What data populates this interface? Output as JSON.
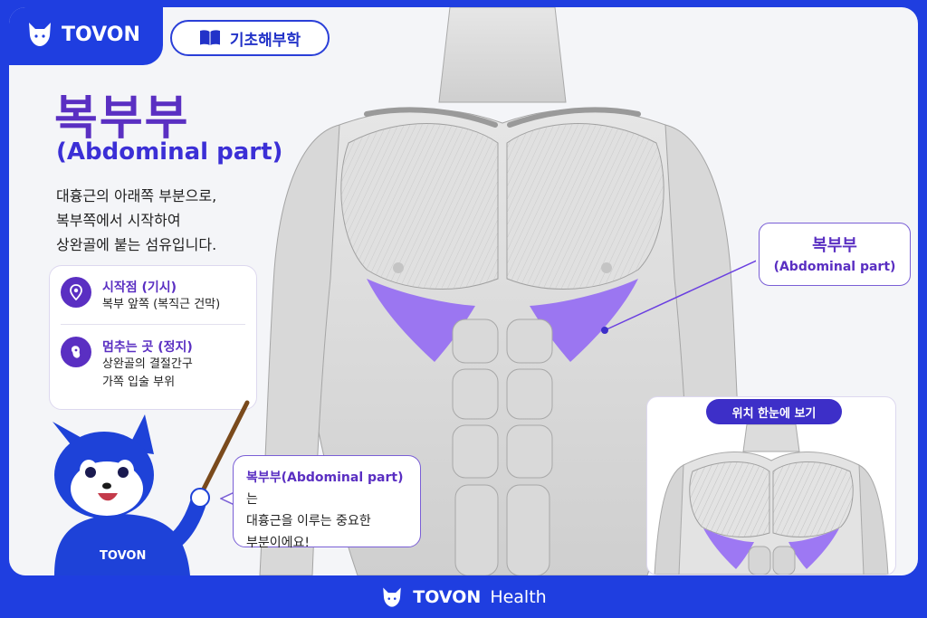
{
  "brand": {
    "name": "TOVON",
    "icon": "fox-logo-icon"
  },
  "category": {
    "label": "기초해부학",
    "icon": "book-icon"
  },
  "title": {
    "korean": "복부부",
    "english": "(Abdominal part)"
  },
  "description": [
    "대흉근의 아래쪽 부분으로,",
    "복부쪽에서 시작하여",
    "상완골에 붙는 섬유입니다."
  ],
  "info": {
    "origin": {
      "title": "시작점 (기시)",
      "text": [
        "복부 앞쪽 (복직근 건막)"
      ],
      "icon": "location-pin-icon"
    },
    "insertion": {
      "title": "멈추는 곳 (정지)",
      "text": [
        "상완골의 결절간구",
        "가쪽 입술 부위"
      ],
      "icon": "bone-icon"
    }
  },
  "callout": {
    "korean": "복부부",
    "english": "(Abdominal part)"
  },
  "mini_view": {
    "label": "위치 한눈에 보기"
  },
  "speech": {
    "highlight": "복부부(Abdominal part)",
    "rest": "는",
    "lines": [
      "대흉근을 이루는 중요한",
      "부분이에요!"
    ]
  },
  "mascot": {
    "shirt_text": "TOVON"
  },
  "footer": {
    "brand": "TOVON",
    "suffix": "Health"
  },
  "colors": {
    "brand_blue": "#1f3ee0",
    "accent_purple": "#5a2fc2",
    "highlight_muscle": "#8b5cf6"
  }
}
